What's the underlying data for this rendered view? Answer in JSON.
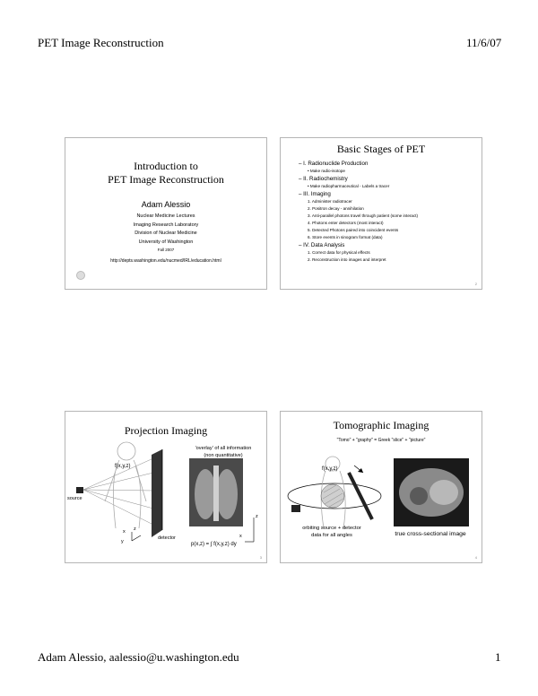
{
  "header": {
    "title": "PET Image Reconstruction",
    "date": "11/6/07"
  },
  "footer": {
    "author": "Adam Alessio, aalessio@u.washington.edu",
    "page": "1"
  },
  "slide1": {
    "title_line1": "Introduction to",
    "title_line2": "PET Image Reconstruction",
    "author": "Adam Alessio",
    "lines": [
      "Nuclear Medicine Lectures",
      "Imaging Research Laboratory",
      "Division of Nuclear Medicine",
      "University of Washington",
      "Fall 2007"
    ],
    "url": "http://depts.washington.edu/nucmed/IRL/education.html"
  },
  "slide2": {
    "title": "Basic Stages of PET",
    "items": [
      {
        "label": "–  I. Radionuclide Production",
        "subs": [
          "•   Make radio-isotope"
        ]
      },
      {
        "label": "–  II. Radiochemistry",
        "subs": [
          "•   Make radiopharmaceutical - Labels a tracer"
        ]
      },
      {
        "label": "–  III. Imaging",
        "subs": [
          "1.  Administer radiotracer",
          "2.  Positron decay - annihilation",
          "3.  Anti-parallel photons travel through patient (some interact)",
          "4.  Photons enter detectors (most interact)",
          "5.  Detected Photons paired into coincident events",
          "6.  Store events in sinogram format (data)"
        ]
      },
      {
        "label": "–  IV. Data Analysis",
        "subs": [
          "1.  Correct data for physical effects",
          "2.  Reconstruction into images and interpret"
        ]
      }
    ],
    "number": "2"
  },
  "slide3": {
    "title": "Projection Imaging",
    "caption_line1": "'overlay' of all information",
    "caption_line2": "(non quantitative)",
    "fxyz": "f(x,y,z)",
    "source": "source",
    "detector": "detector",
    "axis_x": "x",
    "axis_y": "y",
    "axis_z": "z",
    "formula": "p(x,z) = ∫ f(x,y,z) dy",
    "number": "3"
  },
  "slide4": {
    "title": "Tomographic Imaging",
    "subtitle": "\"Tomo\" + \"graphy\" = Greek \"slice\" + \"picture\"",
    "fxyz": "f(x,y,z)",
    "orbit_line1": "orbiting source + detector",
    "orbit_line2": "data for all angles",
    "true_label": "true cross-sectional image",
    "number": "4"
  }
}
